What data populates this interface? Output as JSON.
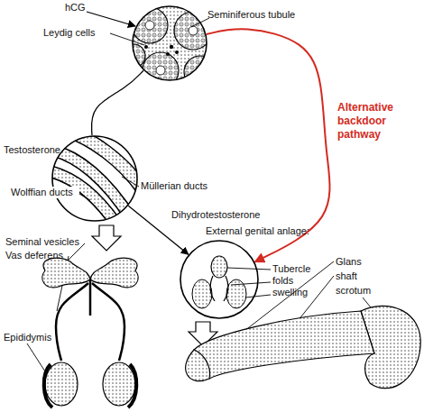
{
  "diagram": {
    "nodes": [
      {
        "text": [
          "Leydig cells",
          "Seminiferous tubule"
        ]
      },
      {
        "text": [
          "Müllerian ducts",
          "Wolffian ducts"
        ]
      },
      {
        "text": [
          "External genital anlage:",
          "Tubercle folds swelling"
        ]
      }
    ],
    "edges": [
      {
        "from": 0,
        "to": 1,
        "label": "Testosterone",
        "arrow": "none"
      },
      {
        "from": 1,
        "to": 2,
        "label": "Dihydrotestosterone",
        "arrow": "to"
      },
      {
        "from": 0,
        "to": 2,
        "label": "Alternative backdoor pathway",
        "arrow": "to"
      }
    ],
    "labels": [
      "hCG",
      "Seminal vesicles",
      "Vas deferens",
      "Epididymis",
      "Glans shaft scrotum"
    ]
  }
}
